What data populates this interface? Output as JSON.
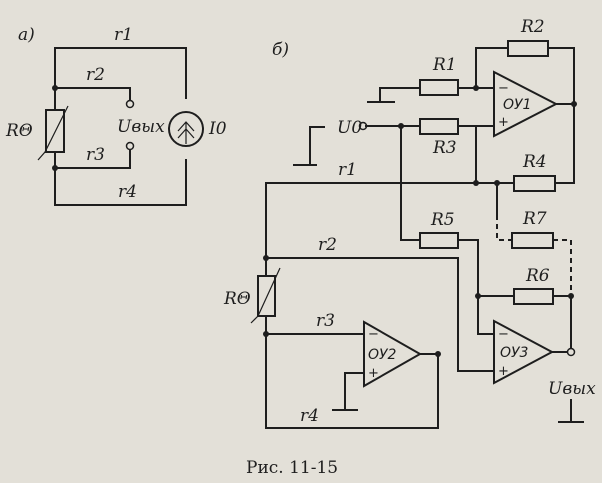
{
  "caption": "Рис. 11-15",
  "panel_a": {
    "tag": "a)",
    "r1": "r1",
    "r2": "r2",
    "r3": "r3",
    "r4": "r4",
    "thermistor": "RΘ",
    "output": "Uвых",
    "source": "I0"
  },
  "panel_b": {
    "tag": "б)",
    "input": "U0",
    "r1": "r1",
    "r2": "r2",
    "r3": "r3",
    "r4": "r4",
    "resistors": {
      "R1": "R1",
      "R2": "R2",
      "R3": "R3",
      "R4": "R4",
      "R5": "R5",
      "R6": "R6",
      "R7": "R7"
    },
    "thermistor": "RΘ",
    "opamps": {
      "ou1": "ОУ1",
      "ou2": "ОУ2",
      "ou3": "ОУ3"
    },
    "minus": "−",
    "plus": "+",
    "output": "Uвых"
  }
}
